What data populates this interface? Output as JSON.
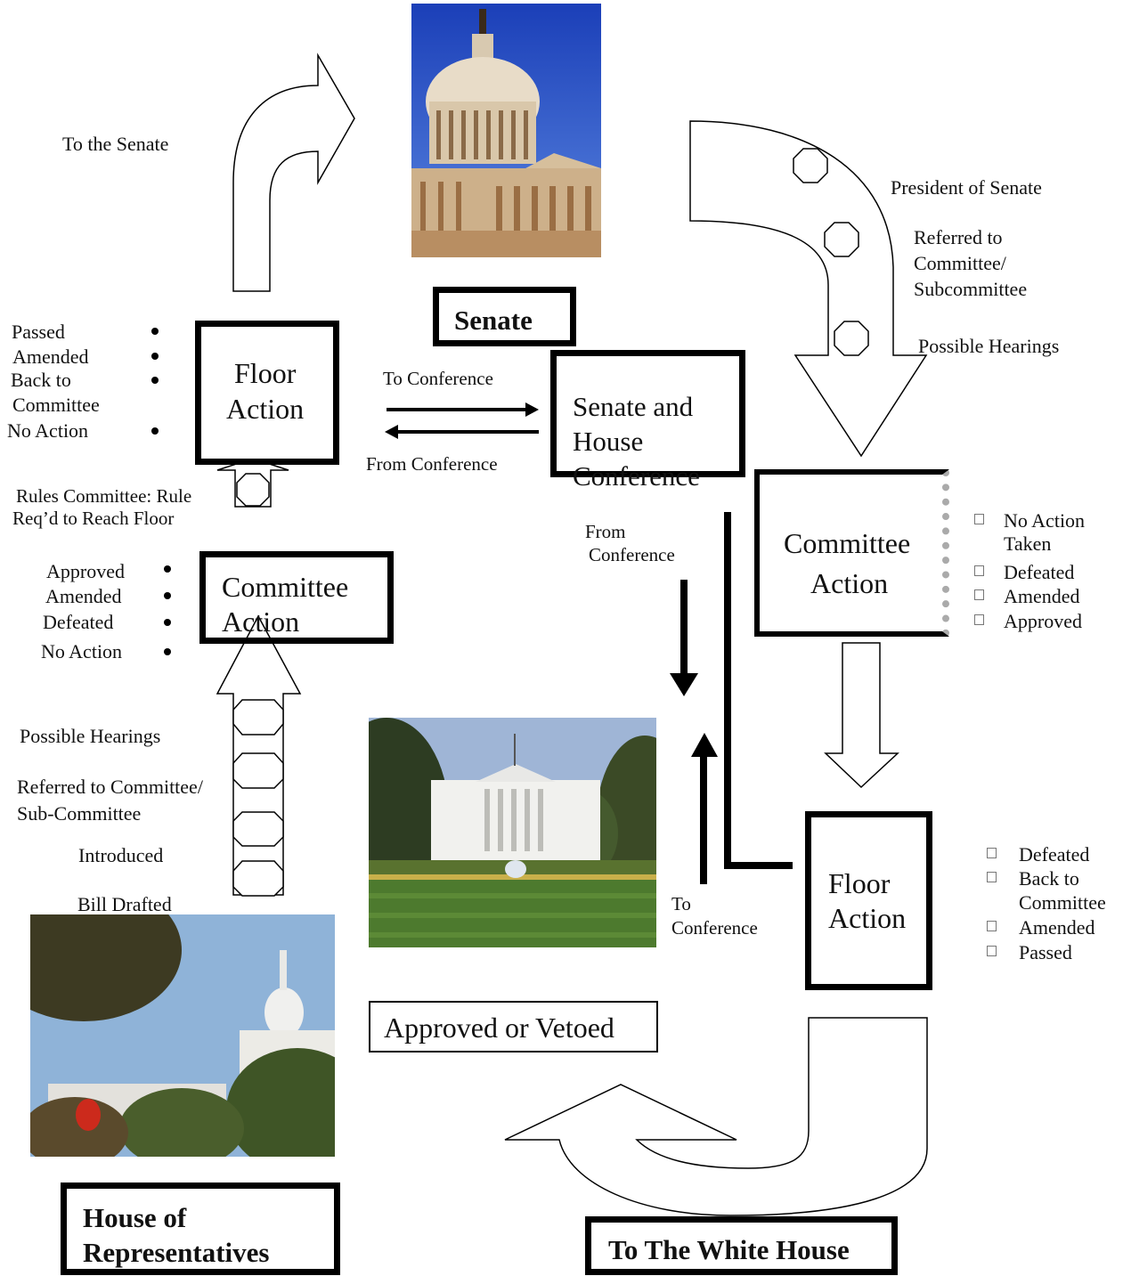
{
  "house": {
    "title_line1": "House of",
    "title_line2": "Representatives",
    "steps": {
      "bill_drafted": "Bill Drafted",
      "introduced": "Introduced",
      "referred_line1": "Referred to Committee/",
      "referred_line2": "Sub-Committee",
      "hearings": "Possible Hearings"
    },
    "committee_action": {
      "line1": "Committee",
      "line2": "Action"
    },
    "committee_outcomes": [
      "Approved",
      "Amended",
      "Defeated",
      "No Action"
    ],
    "rules_line1": "Rules Committee: Rule",
    "rules_line2": "Req’d to Reach Floor",
    "floor_action": {
      "line1": "Floor",
      "line2": "Action"
    },
    "floor_outcomes": [
      "Passed",
      "Amended",
      "Back to",
      "Committee",
      "No Action"
    ],
    "to_senate": "To the Senate"
  },
  "conference": {
    "to_conference": "To Conference",
    "from_conference": "From Conference",
    "box_line1": "Senate and",
    "box_line2": "House",
    "box_line3": "Conference",
    "from_conference_line1": "From",
    "from_conference_line2": "Conference",
    "to_conference_line1": "To",
    "to_conference_line2": "Conference"
  },
  "senate": {
    "title": "Senate",
    "steps": {
      "president": "President of Senate",
      "referred_line1": "Referred to",
      "referred_line2": "Committee/",
      "referred_line3": "Subcommittee",
      "hearings": "Possible Hearings"
    },
    "committee_action": {
      "line1": "Committee",
      "line2": "Action"
    },
    "committee_outcomes": [
      "No Action",
      "Taken",
      "Defeated",
      "Amended",
      "Approved"
    ],
    "floor_action": {
      "line1": "Floor",
      "line2": "Action"
    },
    "floor_outcomes": [
      "Defeated",
      "Back to",
      "Committee",
      "Amended",
      "Passed"
    ]
  },
  "white_house": {
    "approved_or_vetoed": "Approved or Vetoed",
    "title": "To The White House"
  }
}
